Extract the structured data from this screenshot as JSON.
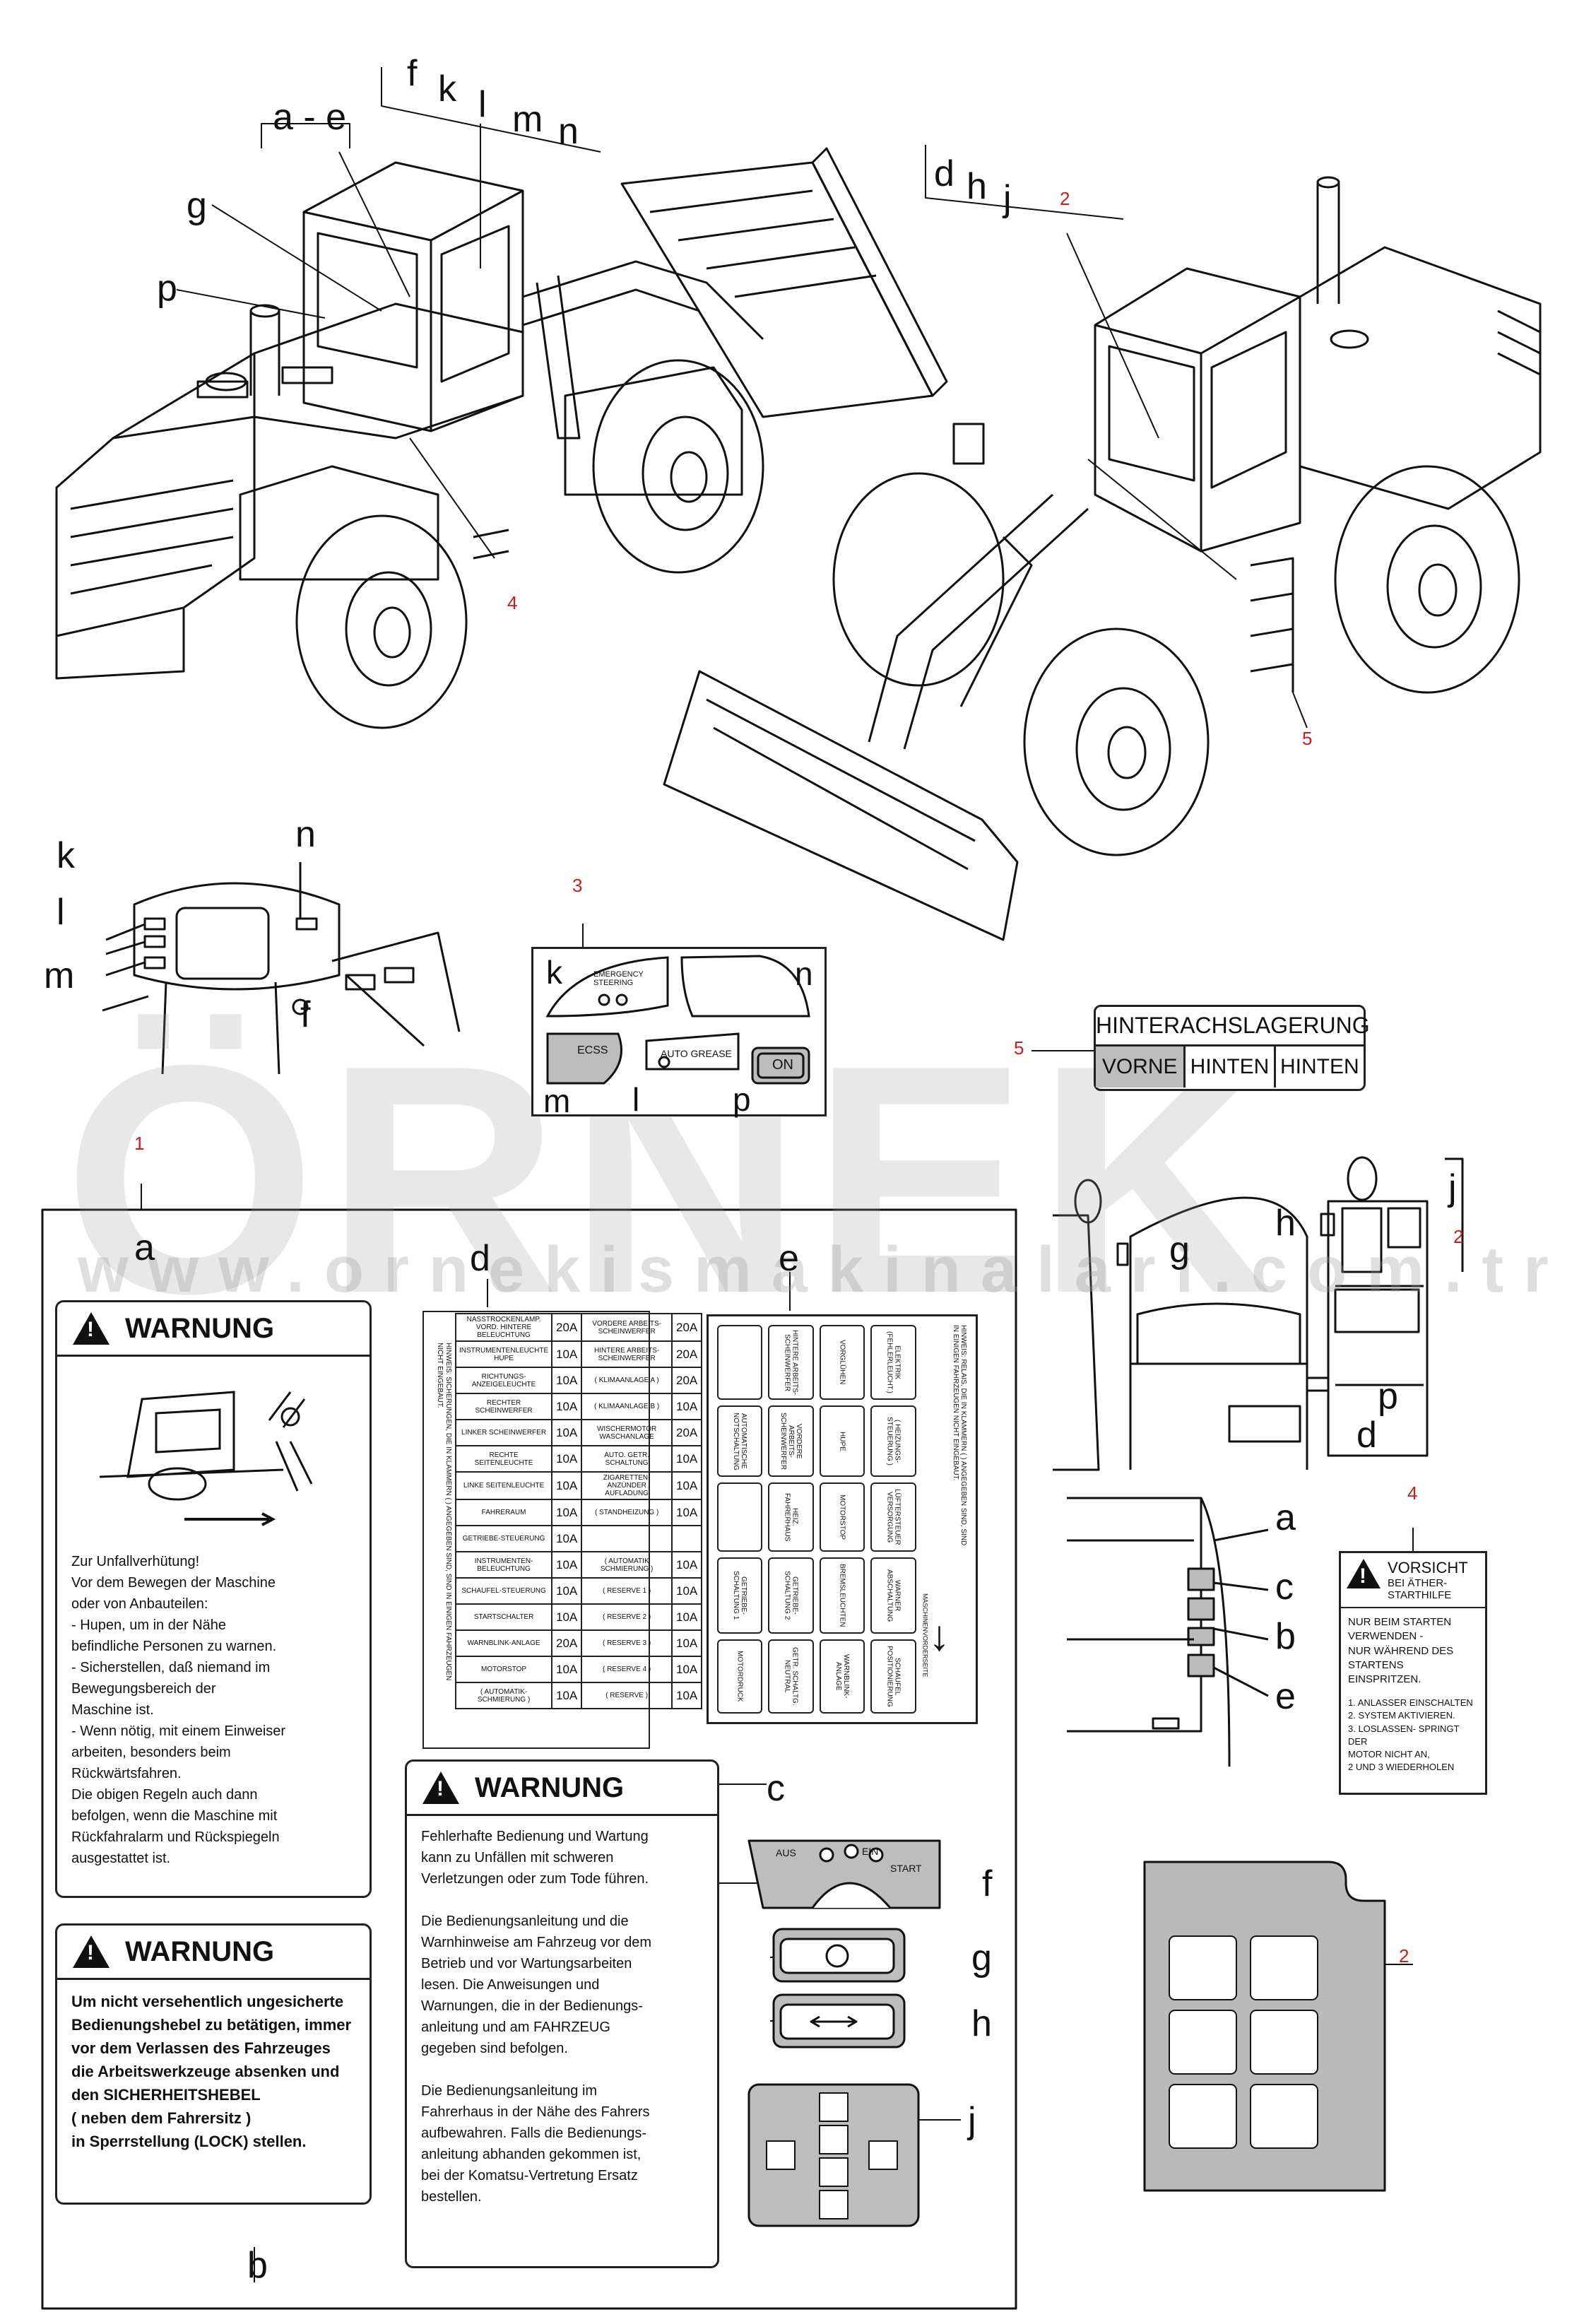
{
  "callouts": {
    "top_left_group": [
      "a - e",
      "f",
      "k",
      "l",
      "m",
      "n",
      "g",
      "p"
    ],
    "top_right_group": [
      "d",
      "h",
      "j"
    ],
    "red_numbers": [
      "1",
      "2",
      "3",
      "4",
      "5"
    ],
    "dash_labels": [
      "k",
      "l",
      "m",
      "n",
      "f"
    ],
    "panel3_labels": [
      "k",
      "n",
      "m",
      "l",
      "p"
    ],
    "cab_labels": [
      "g",
      "h",
      "j",
      "p",
      "d"
    ],
    "side_labels": [
      "a",
      "c",
      "b",
      "e"
    ],
    "decal_labels": [
      "a",
      "b",
      "c",
      "d",
      "e",
      "f",
      "g",
      "h",
      "j"
    ]
  },
  "panel3": {
    "emergency": "EMERGENCY STEERING",
    "ecss": "ECSS",
    "auto_grease": "AUTO GREASE",
    "on": "ON"
  },
  "hinterachs": {
    "title": "HINTERACHSLAGERUNG",
    "cells": [
      "VORNE",
      "HINTEN",
      "HINTEN"
    ]
  },
  "watermark": {
    "logo": "ÖRNEK",
    "url": "www.ornekismakinalari.com.tr"
  },
  "warn_a": {
    "title": "WARNUNG",
    "body": "Zur Unfallverhütung!\nVor dem Bewegen der Maschine\noder von Anbauteilen:\n-  Hupen, um in der Nähe\n    befindliche Personen zu warnen.\n-  Sicherstellen, daß niemand im\n    Bewegungsbereich der\n    Maschine ist.\n-  Wenn nötig, mit einem Einweiser\n    arbeiten, besonders beim\n    Rückwärtsfahren.\nDie obigen Regeln auch dann\nbefolgen, wenn die Maschine mit\nRückfahralarm und Rückspiegeln\nausgestattet ist."
  },
  "warn_b": {
    "title": "WARNUNG",
    "body": "Um nicht versehentlich ungesicherte\nBedienungshebel zu betätigen, immer\nvor dem Verlassen des Fahrzeuges\ndie Arbeitswerkzeuge absenken und\nden SICHERHEITSHEBEL\n( neben dem Fahrersitz )\nin Sperrstellung (LOCK) stellen."
  },
  "warn_c": {
    "title": "WARNUNG",
    "body": "Fehlerhafte Bedienung und Wartung\nkann zu Unfällen mit schweren\nVerletzungen oder zum Tode führen.\n\nDie Bedienungsanleitung und die\nWarnhinweise am Fahrzeug vor dem\nBetrieb und vor Wartungsarbeiten\nlesen. Die Anweisungen und\nWarnungen, die in der Bedienungs-\nanleitung und am FAHRZEUG\ngegeben sind befolgen.\n\nDie Bedienungsanleitung im\nFahrerhaus in der Nähe des Fahrers\naufbewahren. Falls die Bedienungs-\nanleitung abhanden gekommen ist,\nbei der Komatsu-Vertretung Ersatz\nbestellen."
  },
  "fuses": [
    [
      "NASSTROCKENLAMP. VORD. HINTERE BELEUCHTUNG",
      "20A",
      "VORDERE ARBEITS-SCHEINWERFER",
      "20A"
    ],
    [
      "INSTRUMENTENLEUCHTE HUPE",
      "10A",
      "HINTERE ARBEITS-SCHEINWERFER",
      "20A"
    ],
    [
      "RICHTUNGS-ANZEIGELEUCHTE",
      "10A",
      "( KLIMAANLAGE A )",
      "20A"
    ],
    [
      "RECHTER SCHEINWERFER",
      "10A",
      "( KLIMAANLAGE B )",
      "10A"
    ],
    [
      "LINKER SCHEINWERFER",
      "10A",
      "WISCHERMOTOR WASCHANLAGE",
      "20A"
    ],
    [
      "RECHTE SEITENLEUCHTE",
      "10A",
      "AUTO. GETR. SCHALTUNG",
      "10A"
    ],
    [
      "LINKE SEITENLEUCHTE",
      "10A",
      "ZIGARETTEN-ANZÜNDER AUFLADUNG",
      "10A"
    ],
    [
      "FAHRERAUM",
      "10A",
      "( STANDHEIZUNG )",
      "10A"
    ],
    [
      "GETRIEBE-STEUERUNG",
      "10A",
      "",
      ""
    ],
    [
      "INSTRUMENTEN-BELEUCHTUNG",
      "10A",
      "( AUTOMATIK SCHMIERUNG )",
      "10A"
    ],
    [
      "SCHAUFEL-STEUERUNG",
      "10A",
      "( RESERVE 1 )",
      "10A"
    ],
    [
      "STARTSCHALTER",
      "10A",
      "( RESERVE 2 )",
      "10A"
    ],
    [
      "WARNBLINK-ANLAGE",
      "20A",
      "( RESERVE 3 )",
      "10A"
    ],
    [
      "MOTORSTOP",
      "10A",
      "( RESERVE 4 )",
      "10A"
    ],
    [
      "( AUTOMATIK-SCHMIERUNG )",
      "10A",
      "( RESERVE )",
      "10A"
    ]
  ],
  "fuse_side_note": "HINWEIS: SICHERUNGEN, DIE IN KLAMMERN ( ) ANGEGEBEN SIND, SIND IN EINIGEN FAHRZEUGEN NICHT EINGEBAUT.",
  "relays": [
    "",
    "HINTERE ARBEITS-SCHEINWERFER",
    "VORGLÜHEN",
    "ELEKTRIK (FEHLERLEUCHT.)",
    "AUTOMATISCHE NOTSCHALTUNG",
    "VORDERE ARBEITS-SCHEINWERFER",
    "HUPE",
    "( HEIZUNGS-STEUERUNG )",
    "",
    "HEIZ. FAHRERHAUS",
    "MOTORSTOP",
    "LÜFTERSTEUER VERSORGUNG",
    "GETRIEBE-SCHALTUNG 1",
    "GETRIEBE-SCHALTUNG 2",
    "BREMSLEUCHTEN",
    "WARNER ABSCHALTUNG",
    "MOTORDRUCK",
    "GETR. SCHALTG. NEUTRAL",
    "WARNBLINK-ANLAGE",
    "SCHAUFEL POSITIONIERUNG"
  ],
  "relay_note": "HINWEIS: RELAIS, DIE IN KLAMMERN ( ) ANGEGEBEN SIND, SIND IN EINIGEN FAHRZEUGEN NICHT EINGEBAUT.",
  "relay_arrow_label": "MASCHINENVORDERSEITE",
  "key_switch": {
    "aus": "AUS",
    "ein": "EIN",
    "start": "START"
  },
  "vorsicht": {
    "title": "VORSICHT",
    "subtitle": "BEI ÄTHER-\nSTARTHILFE",
    "body": "NUR BEIM STARTEN\nVERWENDEN -\nNUR WÄHREND DES\nSTARTENS EINSPRITZEN.",
    "steps": "1. ANLASSER EINSCHALTEN\n2. SYSTEM AKTIVIEREN.\n3.  LOSLASSEN- SPRINGT DER\n    MOTOR NICHT AN,\n    2  UND 3 WIEDERHOLEN"
  },
  "colors": {
    "ink": "#111111",
    "red_number": "#c81e1e",
    "decal_grey": "#b9b9b9"
  }
}
